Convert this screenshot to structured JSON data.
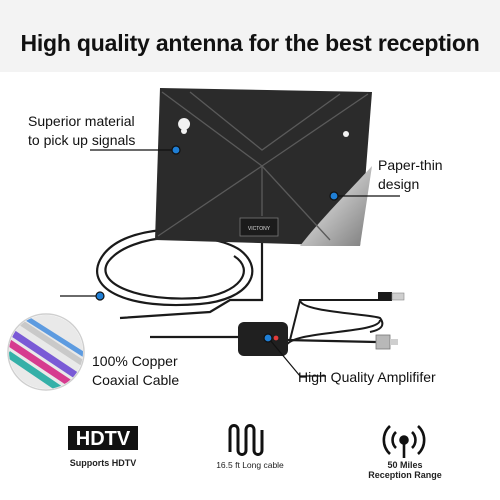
{
  "header": {
    "title": "High quality antenna for the best reception"
  },
  "callouts": {
    "material_line1": "Superior material",
    "material_line2": "to pick up signals",
    "thin_line1": "Paper-thin",
    "thin_line2": "design",
    "copper_line1": "100% Copper",
    "copper_line2": "Coaxial Cable",
    "amplifier": "High Quality Amplififer"
  },
  "antenna": {
    "brand": "VICTONY"
  },
  "features": [
    {
      "logo_text": "HDTV",
      "caption": "Supports HDTV"
    },
    {
      "caption": "16.5 ft Long cable"
    },
    {
      "caption_line1": "50 Miles",
      "caption_line2": "Reception Range"
    }
  ],
  "colors": {
    "accent": "#1f7fd6",
    "antenna": "#2b2b2b",
    "header_bg": "#f3f3f3"
  }
}
